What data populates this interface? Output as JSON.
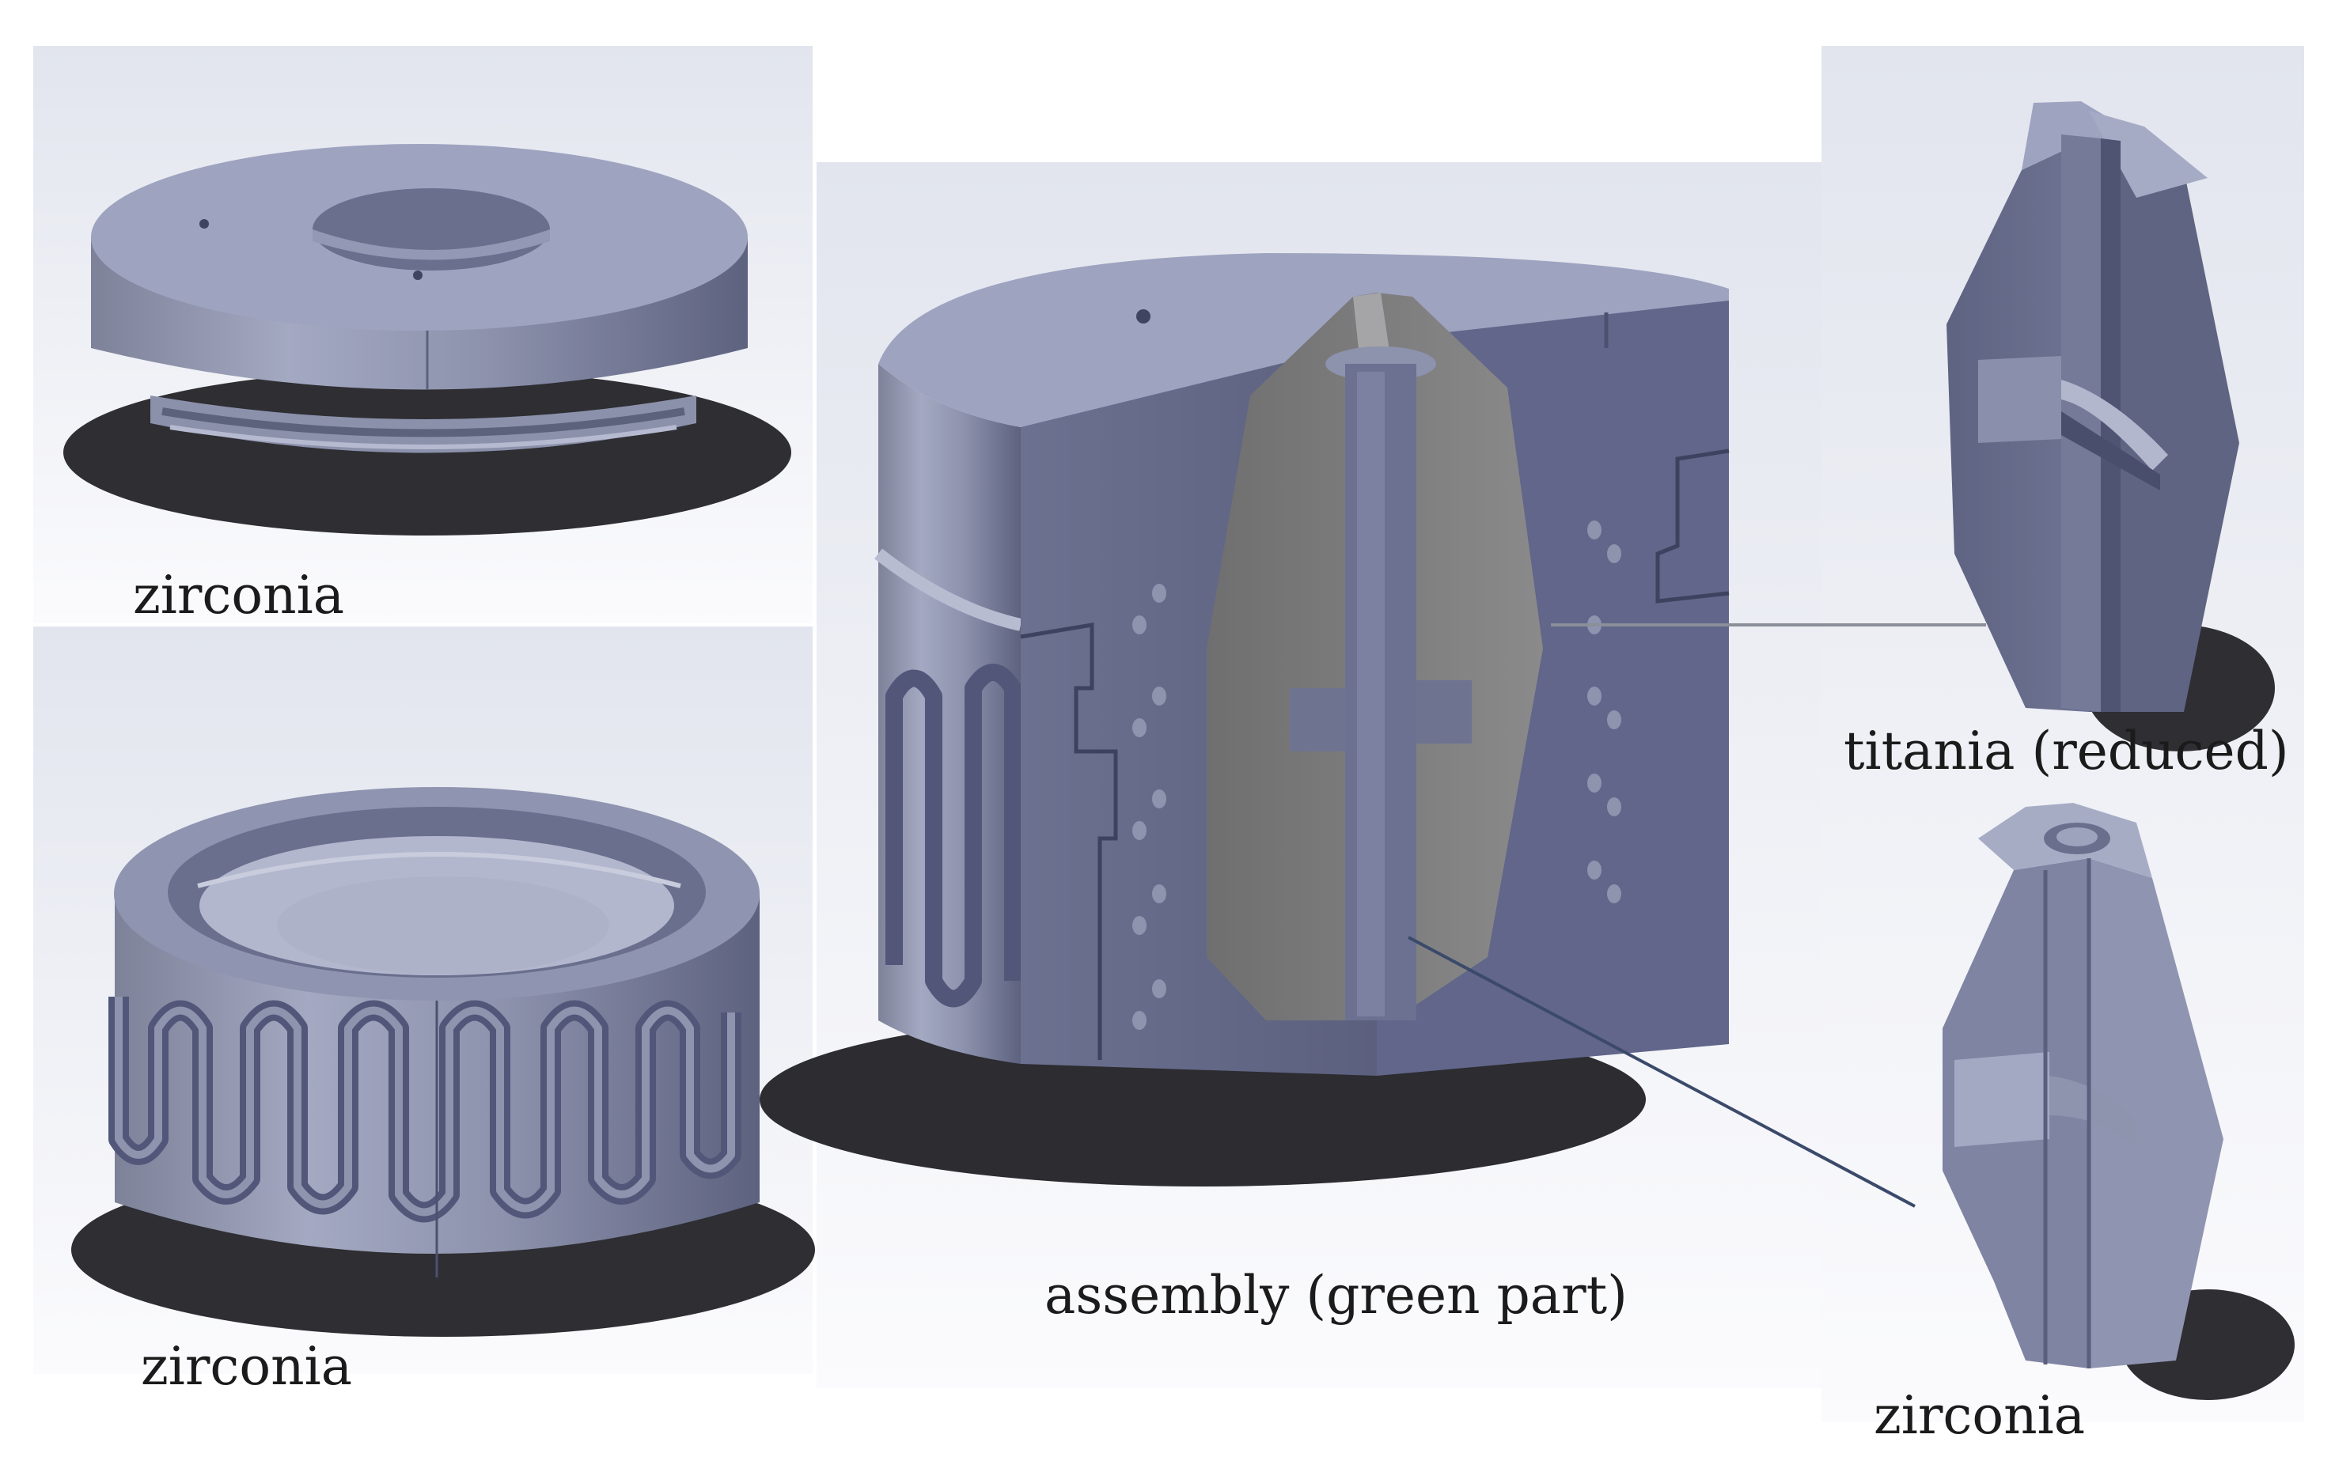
{
  "labels": {
    "top_left": "zirconia",
    "bottom_left": "zirconia",
    "center": "assembly (green part)",
    "top_right": "titania (reduced)",
    "bottom_right": "zirconia"
  },
  "colors": {
    "part_face_light": "#9ea3c0",
    "part_face_mid": "#737897",
    "part_face_dark": "#5a5f7d",
    "inner_insert": "#7f7f80",
    "shadow": "#2f2f33",
    "background_light": "#f1f2f7",
    "leader_line_upper": "#8a8f99",
    "leader_line_lower": "#3b4a6a"
  }
}
